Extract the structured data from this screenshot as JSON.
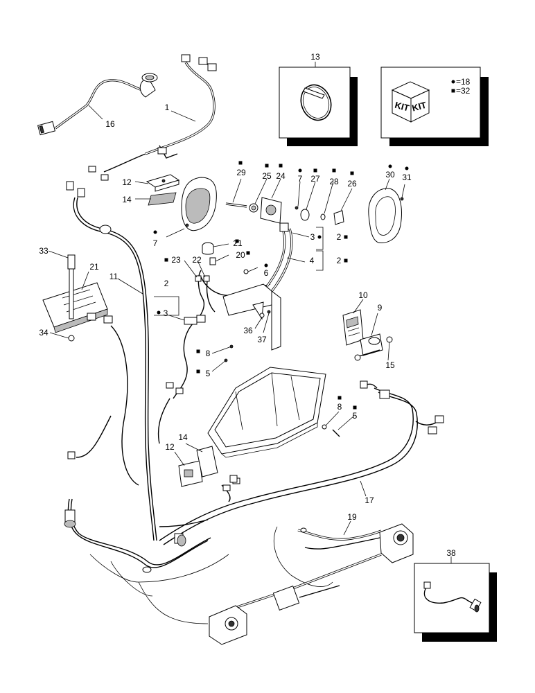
{
  "callouts": [
    {
      "id": "c1",
      "label": "1"
    },
    {
      "id": "c16",
      "label": "16"
    },
    {
      "id": "c12a",
      "label": "12"
    },
    {
      "id": "c14a",
      "label": "14"
    },
    {
      "id": "c7a",
      "label": "7"
    },
    {
      "id": "c33",
      "label": "33"
    },
    {
      "id": "c21a",
      "label": "21"
    },
    {
      "id": "c34",
      "label": "34"
    },
    {
      "id": "c11",
      "label": "11"
    },
    {
      "id": "c2a",
      "label": "2"
    },
    {
      "id": "c3a",
      "label": "3"
    },
    {
      "id": "c23",
      "label": "23"
    },
    {
      "id": "c22",
      "label": "22"
    },
    {
      "id": "c21b",
      "label": "21"
    },
    {
      "id": "c20",
      "label": "20"
    },
    {
      "id": "c6",
      "label": "6"
    },
    {
      "id": "c8a",
      "label": "8"
    },
    {
      "id": "c5a",
      "label": "5"
    },
    {
      "id": "c36",
      "label": "36"
    },
    {
      "id": "c37",
      "label": "37"
    },
    {
      "id": "c29",
      "label": "29"
    },
    {
      "id": "c25",
      "label": "25"
    },
    {
      "id": "c24",
      "label": "24"
    },
    {
      "id": "c7b",
      "label": "7"
    },
    {
      "id": "c27",
      "label": "27"
    },
    {
      "id": "c28",
      "label": "28"
    },
    {
      "id": "c26",
      "label": "26"
    },
    {
      "id": "c30",
      "label": "30"
    },
    {
      "id": "c31",
      "label": "31"
    },
    {
      "id": "c3b",
      "label": "3"
    },
    {
      "id": "c2b",
      "label": "2"
    },
    {
      "id": "c4",
      "label": "4"
    },
    {
      "id": "c2c",
      "label": "2"
    },
    {
      "id": "c10",
      "label": "10"
    },
    {
      "id": "c9",
      "label": "9"
    },
    {
      "id": "c15",
      "label": "15"
    },
    {
      "id": "c8b",
      "label": "8"
    },
    {
      "id": "c5b",
      "label": "5"
    },
    {
      "id": "c12b",
      "label": "12"
    },
    {
      "id": "c14b",
      "label": "14"
    },
    {
      "id": "c17",
      "label": "17"
    },
    {
      "id": "c19",
      "label": "19"
    },
    {
      "id": "c13",
      "label": "13"
    },
    {
      "id": "c38",
      "label": "38"
    }
  ],
  "kit_box": {
    "face_label_left": "KIT",
    "face_label_right": "KIT",
    "legend": [
      {
        "symbol": "circle",
        "text": "=18"
      },
      {
        "symbol": "square",
        "text": "=32"
      }
    ]
  },
  "colors": {
    "line": "#000000",
    "background": "#ffffff",
    "shadow": "#000000",
    "shade": "#bbbbbb"
  }
}
